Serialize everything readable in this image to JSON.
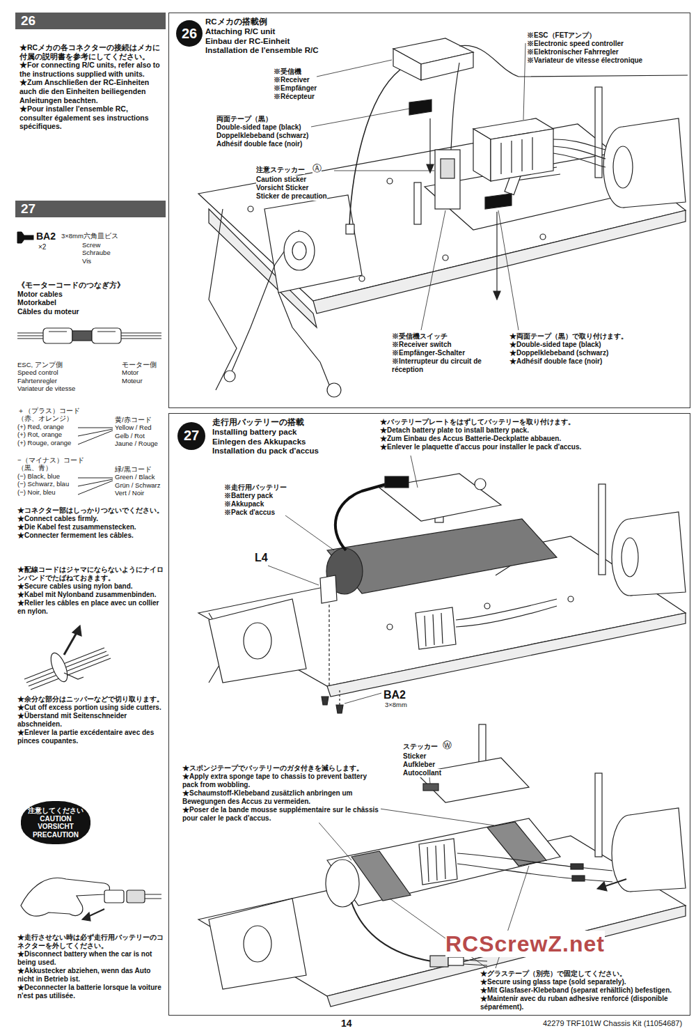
{
  "diagram": {
    "nodes": [
      {
        "text": [
          "26"
        ]
      },
      {
        "text": [
          "27"
        ]
      },
      {
        "text": [
          "注意してください",
          "CAUTION",
          "VORSICHT",
          "PRECAUTION"
        ]
      },
      {
        "text": [
          "RCメカの搭載例",
          "Attaching R/C unit",
          "Einbau der RC-Einheit",
          "Installation de l'ensemble R/C"
        ]
      },
      {
        "text": [
          "26"
        ],
        "in": 3
      },
      {
        "text": [
          "走行用バッテリーの搭載",
          "Installing battery pack",
          "Einlegen des Akkupacks",
          "Installation du pack d'accus"
        ]
      },
      {
        "text": [
          "27"
        ],
        "in": 5
      }
    ],
    "labels": [
      "★RCメカの各コネクターの接続はメカに付属の説明書を参考にしてください。",
      "★For connecting R/C units, refer also to the instructions supplied with units.",
      "★Zum Anschließen der RC-Einheiten auch die den Einheiten beiliegenden Anleitungen beachten.",
      "★Pour installer l'ensemble RC, consulter également ses instructions spécifiques.",
      "BA2",
      "×2",
      "3×8mm六角皿ビス",
      "Screw",
      "Schraube",
      "Vis",
      "《モーターコードのつなぎ方》",
      "Motor cables",
      "Motorkabel",
      "Câbles du moteur",
      "ESC, アンプ側",
      "Speed control",
      "Fahrtenregler",
      "Variateur de vitesse",
      "モーター側",
      "Motor",
      "Moteur",
      "＋（プラス）コード",
      "（赤、オレンジ）",
      "(+) Red, orange",
      "(+) Rot, orange",
      "(+) Rouge, orange",
      "黄/赤コード",
      "Yellow / Red",
      "Gelb / Rot",
      "Jaune / Rouge",
      "−（マイナス）コード",
      "（黒、青）",
      "(−) Black, blue",
      "(−) Schwarz, blau",
      "(−) Noir, bleu",
      "緑/黒コード",
      "Green / Black",
      "Grün / Schwarz",
      "Vert / Noir",
      "★コネクター部はしっかりつないでください。",
      "★Connect cables firmly.",
      "★Die Kabel fest zusammenstecken.",
      "★Connecter fermement les câbles.",
      "★配線コードはジャマにならないようにナイロンバンドでたばねておきます。",
      "★Secure cables using nylon band.",
      "★Kabel mit Nylonband zusammenbinden.",
      "★Relier les câbles en place avec un collier en nylon.",
      "★余分な部分はニッパーなどで切り取ります。",
      "★Cut off excess portion using side cutters.",
      "★Überstand mit Seitenschneider abschneiden.",
      "★Enlever la partie excédentaire avec des pinces coupantes.",
      "★走行させない時は必ず走行用バッテリーのコネクターを外してください。",
      "★Disconnect battery when the car is not being used.",
      "★Akkustecker abziehen, wenn das Auto nicht in Betrieb ist.",
      "★Deconnecter la batterie lorsque la voiture n'est pas utilisée.",
      "※ESC（FETアンプ）",
      "※Electronic speed controller",
      "※Elektronischer Fahrregler",
      "※Variateur de vitesse électronique",
      "※受信機",
      "※Receiver",
      "※Empfänger",
      "※Récepteur",
      "両面テープ（黒）",
      "Double-sided tape (black)",
      "Doppelklebeband (schwarz)",
      "Adhésif double face (noir)",
      "注意ステッカー",
      "Ⓐ",
      "Caution sticker",
      "Vorsicht Sticker",
      "Sticker de precaution",
      "※受信機スイッチ",
      "※Receiver switch",
      "※Empfänger-Schalter",
      "※Interrupteur du circuit de réception",
      "★両面テープ（黒）で取り付けます。",
      "★Double-sided tape (black)",
      "★Doppelklebeband (schwarz)",
      "★Adhésif double face (noir)",
      "★バッテリープレートをはずしてバッテリーを取り付けます。",
      "★Detach battery plate to install battery pack.",
      "★Zum Einbau des Accus Batterie-Deckplatte abbauen.",
      "★Enlever le plaquette d'accus pour installer le pack d'accus.",
      "※走行用バッテリー",
      "※Battery pack",
      "※Akkupack",
      "※Pack d'accus",
      "L4",
      "BA2",
      "3×8mm",
      "ステッカー",
      "Ⓦ",
      "Sticker",
      "Aufkleber",
      "Autocollant",
      "★スポンジテープでバッテリーのガタ付きを減らします。",
      "★Apply extra sponge tape to chassis to prevent battery pack from wobbling.",
      "★Schaumstoff-Klebeband zusätzlich anbringen um Bewegungen des Accus zu vermeiden.",
      "★Poser de la bande mousse supplémentaire sur le châssis pour caler le pack d'accus.",
      "★グラステープ（別売）で固定してください。",
      "★Secure using glass tape (sold separately).",
      "★Mit Glasfaser-Klebeband (separat erhältlich) befestigen.",
      "★Maintenir avec du ruban adhesive renforcé (disponible séparément).",
      "14",
      "42279 TRF101W Chassis Kit (11054687)",
      "RCScrewZ.net"
    ]
  }
}
